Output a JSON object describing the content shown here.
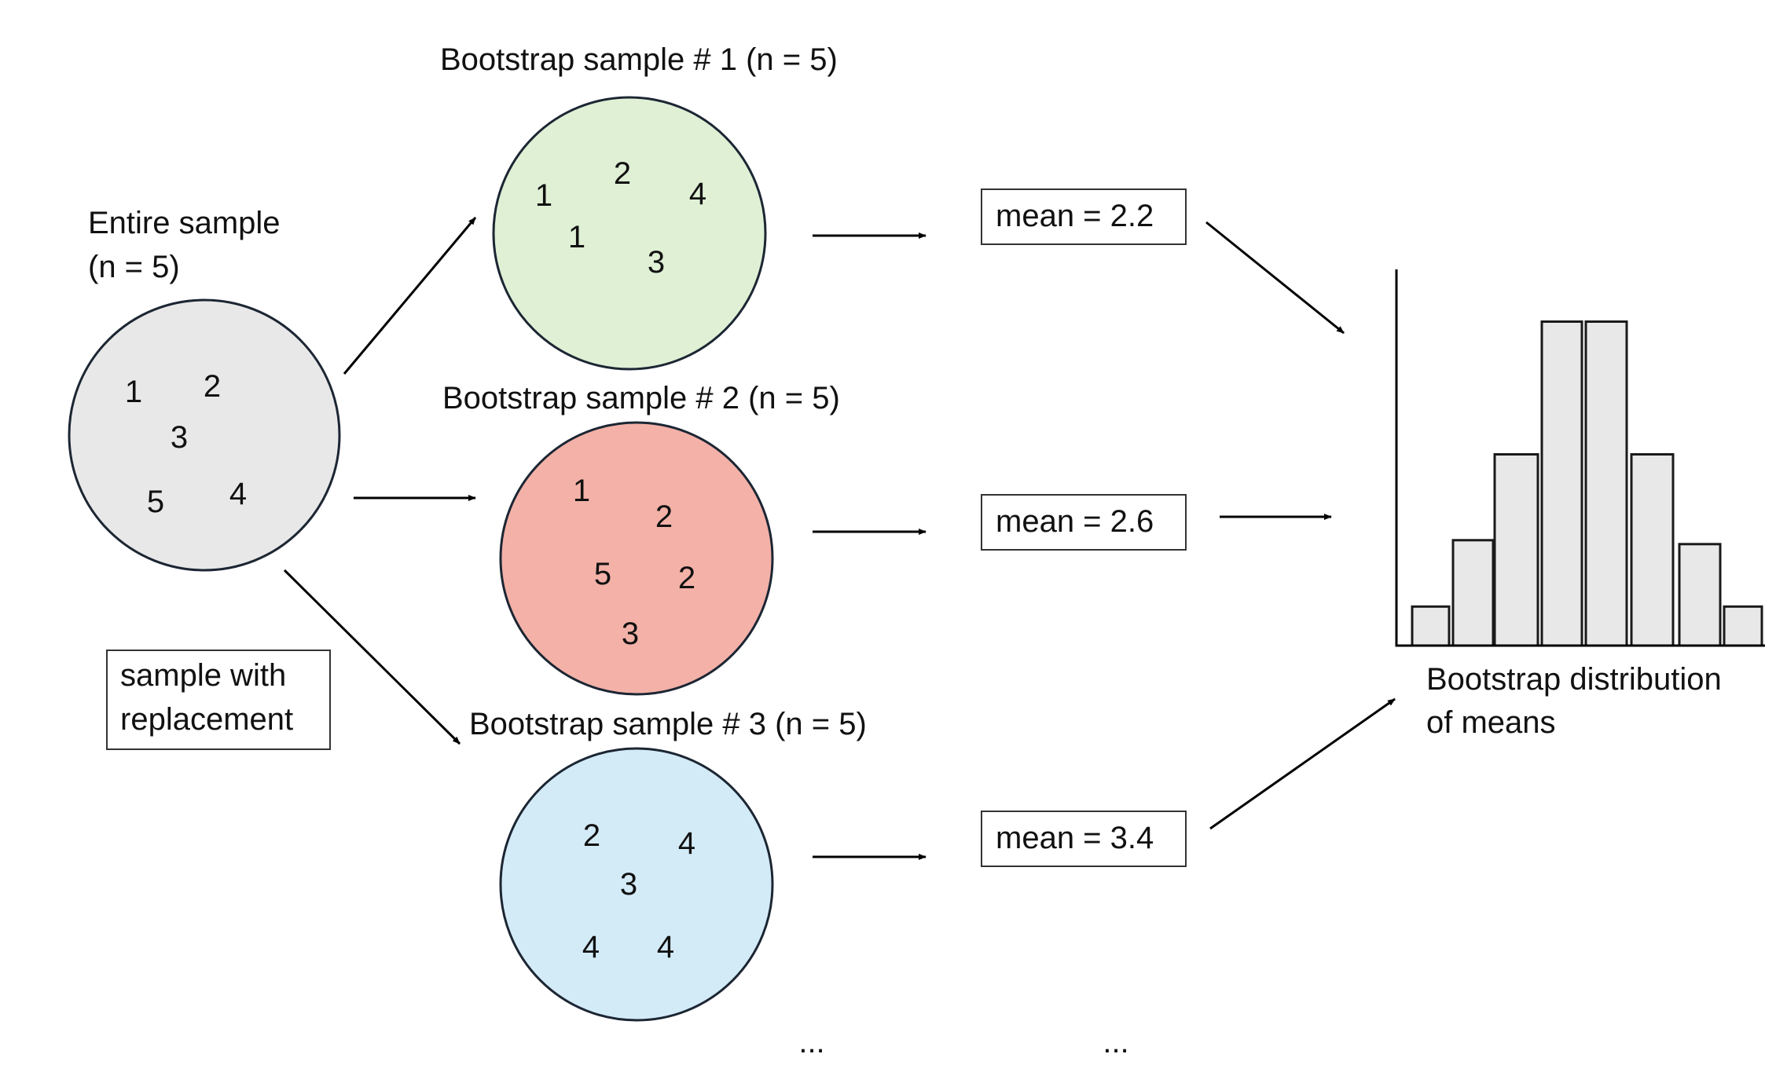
{
  "entire_sample": {
    "title_line1": "Entire sample",
    "title_line2": "(n = 5)",
    "fill": "#e8e8e8",
    "numbers": [
      "1",
      "2",
      "3",
      "5",
      "4"
    ]
  },
  "method_note": {
    "line1": "sample with",
    "line2": "replacement"
  },
  "samples": [
    {
      "title": "Bootstrap sample # 1 (n = 5)",
      "fill": "#dff0d5",
      "numbers": [
        "1",
        "2",
        "4",
        "1",
        "3"
      ],
      "mean": "mean = 2.2"
    },
    {
      "title": "Bootstrap sample # 2 (n = 5)",
      "fill": "#f3b1a8",
      "numbers": [
        "1",
        "2",
        "5",
        "2",
        "3"
      ],
      "mean": "mean = 2.6"
    },
    {
      "title": "Bootstrap sample # 3 (n = 5)",
      "fill": "#d3ebf7",
      "numbers": [
        "2",
        "4",
        "3",
        "4",
        "4"
      ],
      "mean": "mean = 3.4"
    }
  ],
  "ellipsis": [
    "...",
    "..."
  ],
  "histogram": {
    "label_line1": "Bootstrap distribution",
    "label_line2": "of means",
    "bar_fill": "#e8e8e8",
    "relative_heights": [
      0.1,
      0.27,
      0.49,
      0.83,
      0.83,
      0.49,
      0.26,
      0.1
    ]
  }
}
